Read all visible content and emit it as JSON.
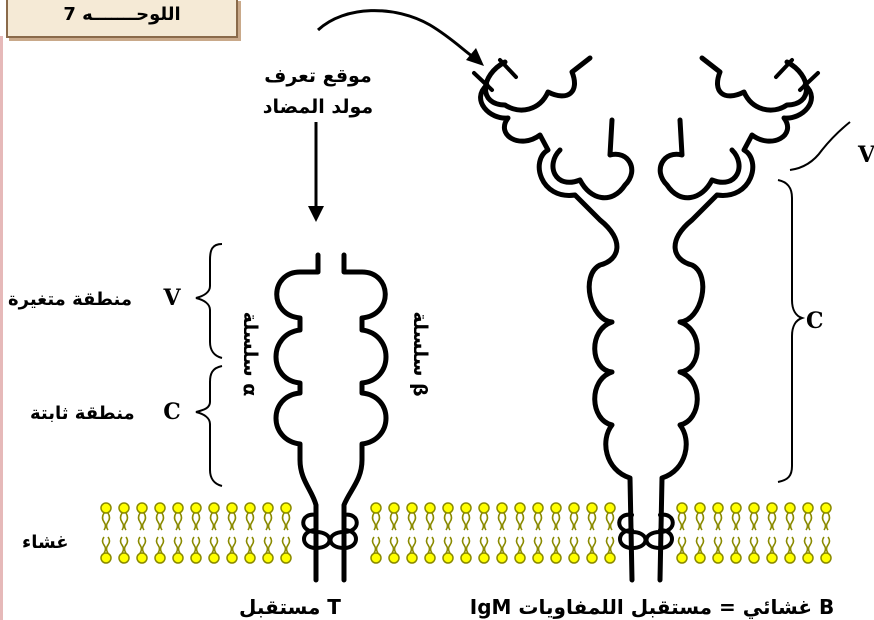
{
  "plate_label": "اللوحـــــــه 7",
  "antigen_site": {
    "line1": "موقع تعرف",
    "line2": "مولد المضاد"
  },
  "chains": {
    "alpha": "سلسلة α",
    "beta": "سلسلة β"
  },
  "variable_region": {
    "letter": "V",
    "label": "منطقة متغيرة"
  },
  "constant_region": {
    "letter": "C",
    "label": "منطقة ثابتة"
  },
  "membrane_label": "غشاء",
  "t_receptor_label": "مستقبل T",
  "b_receptor_label": "IgM غشائي = مستقبل اللمفاويات B",
  "antibody_v_letter": "V",
  "antibody_c_letter": "C",
  "colors": {
    "lipid_head": "#ffff00",
    "lipid_stroke": "#8a8a00",
    "ink": "#000000"
  }
}
